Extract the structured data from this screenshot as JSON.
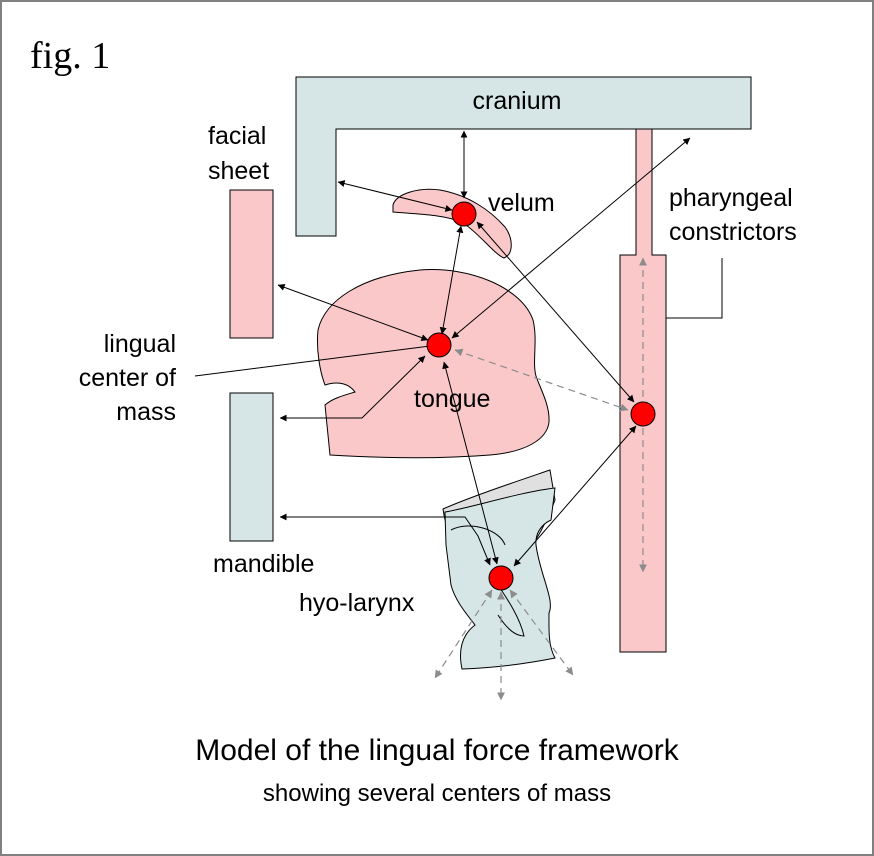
{
  "figure": {
    "label": "fig. 1",
    "title": "Model of the lingual force framework",
    "subtitle": "showing several centers of mass"
  },
  "labels": {
    "cranium": "cranium",
    "facial_sheet_1": "facial",
    "facial_sheet_2": "sheet",
    "velum": "velum",
    "pharyngeal_1": "pharyngeal",
    "pharyngeal_2": "constrictors",
    "lingual_1": "lingual",
    "lingual_2": "center of",
    "lingual_3": "mass",
    "tongue": "tongue",
    "mandible": "mandible",
    "hyo_larynx": "hyo-larynx"
  },
  "colors": {
    "bone": "#d6e6e6",
    "soft_tissue": "#fac8c8",
    "cartilage": "#e0e0e0",
    "center_of_mass": "#ff0000",
    "arrow": "#000000",
    "dashed_arrow": "#8c8c8c",
    "frame": "#808080"
  }
}
